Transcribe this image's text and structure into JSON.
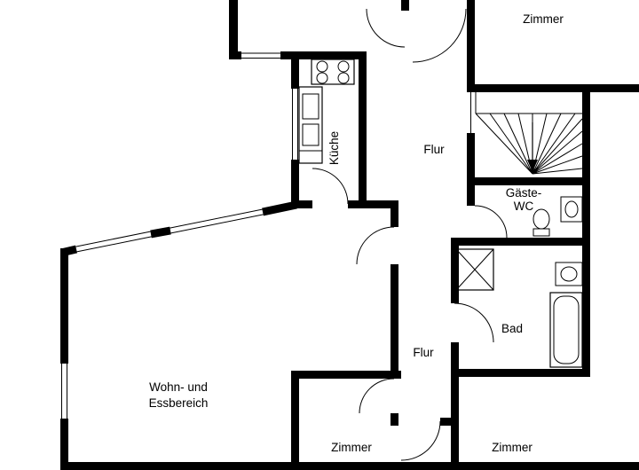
{
  "plan": {
    "type": "floor-plan",
    "rooms": {
      "zimmer_top_right": "Zimmer",
      "kueche": "Küche",
      "flur_upper": "Flur",
      "gaeste_wc": {
        "line1": "Gäste-",
        "line2": "WC"
      },
      "bad": "Bad",
      "flur_lower": "Flur",
      "wohn_essbereich": {
        "line1": "Wohn- und",
        "line2": "Essbereich"
      },
      "zimmer_bottom_left": "Zimmer",
      "zimmer_bottom_right": "Zimmer"
    }
  },
  "colors": {
    "wall": "#000000",
    "line": "#000000",
    "background": "#ffffff"
  }
}
